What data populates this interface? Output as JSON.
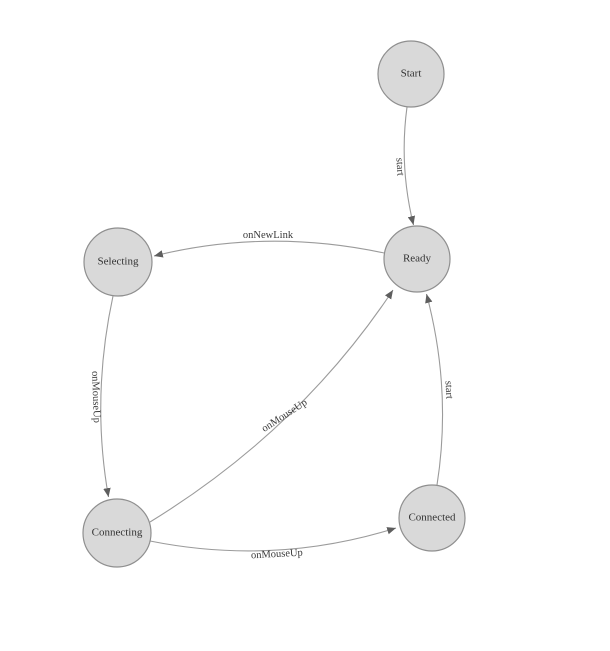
{
  "diagram": {
    "title": "state-machine-diagram",
    "nodes": [
      {
        "id": "start",
        "label": "Start"
      },
      {
        "id": "ready",
        "label": "Ready"
      },
      {
        "id": "selecting",
        "label": "Selecting"
      },
      {
        "id": "connecting",
        "label": "Connecting"
      },
      {
        "id": "connected",
        "label": "Connected"
      }
    ],
    "edges": [
      {
        "from": "start",
        "to": "ready",
        "label": "start"
      },
      {
        "from": "ready",
        "to": "selecting",
        "label": "onNewLink"
      },
      {
        "from": "selecting",
        "to": "connecting",
        "label": "onMouseUp"
      },
      {
        "from": "connecting",
        "to": "ready",
        "label": "onMouseUp"
      },
      {
        "from": "connecting",
        "to": "connected",
        "label": "onMouseUp"
      },
      {
        "from": "connected",
        "to": "ready",
        "label": "start"
      }
    ],
    "colors": {
      "node_fill": "#d9d9d9",
      "node_stroke": "#8f8f8f",
      "node_label_color": "#333333",
      "edge_stroke": "#9b9b9b",
      "edge_label_color": "#3a3a3a",
      "arrow_color": "#5e5e5e"
    }
  }
}
